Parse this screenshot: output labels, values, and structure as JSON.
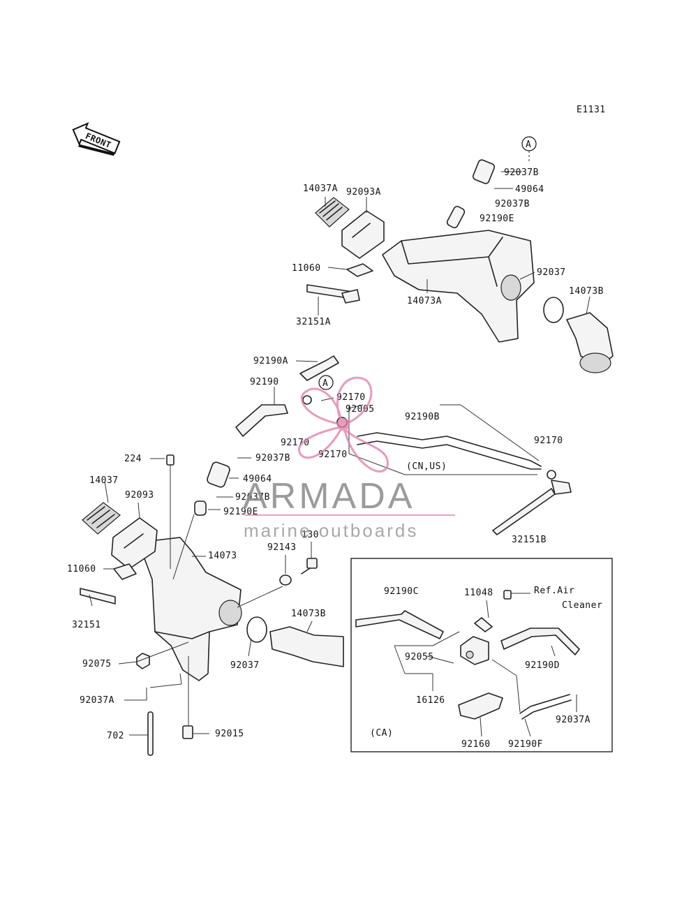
{
  "diagram_code": "E1131",
  "front_arrow": "FRONT",
  "ref_markers": [
    "A",
    "A"
  ],
  "labels": {
    "p92037B_a": "92037B",
    "p49064_a": "49064",
    "p92037B_b": "92037B",
    "p92190E_a": "92190E",
    "p14037A": "14037A",
    "p92093A": "92093A",
    "p11060_a": "11060",
    "p92037_a": "92037",
    "p14073B_a": "14073B",
    "p14073A": "14073A",
    "p32151A": "32151A",
    "p92190A": "92190A",
    "p92190": "92190",
    "p92170_a": "92170",
    "p92005": "92005",
    "p92190B": "92190B",
    "p92170_b": "92170",
    "p92170_c": "92170",
    "p92170_d": "92170",
    "p92037B_c": "92037B",
    "cn_us": "(CN,US)",
    "p224": "224",
    "p49064_b": "49064",
    "p14037": "14037",
    "p92037B_d": "92037B",
    "p92093": "92093",
    "p92190E_b": "92190E",
    "p130": "130",
    "p92143": "92143",
    "p14073": "14073",
    "p11060_b": "11060",
    "p32151": "32151",
    "p32151B": "32151B",
    "p14073B_b": "14073B",
    "p92037_b": "92037",
    "p92075": "92075",
    "p92037A_a": "92037A",
    "p702": "702",
    "p92015": "92015",
    "p92190C": "92190C",
    "p11048": "11048",
    "ref_air_1": "Ref.Air",
    "ref_air_2": "Cleaner",
    "p92055": "92055",
    "p92190D": "92190D",
    "p16126": "16126",
    "p92037A_b": "92037A",
    "ca": "(CA)",
    "p92160": "92160",
    "p92190F": "92190F"
  },
  "watermark": {
    "title": "ARMADA",
    "subtitle": "marine outboards",
    "accent_color": "#e07aa8"
  }
}
